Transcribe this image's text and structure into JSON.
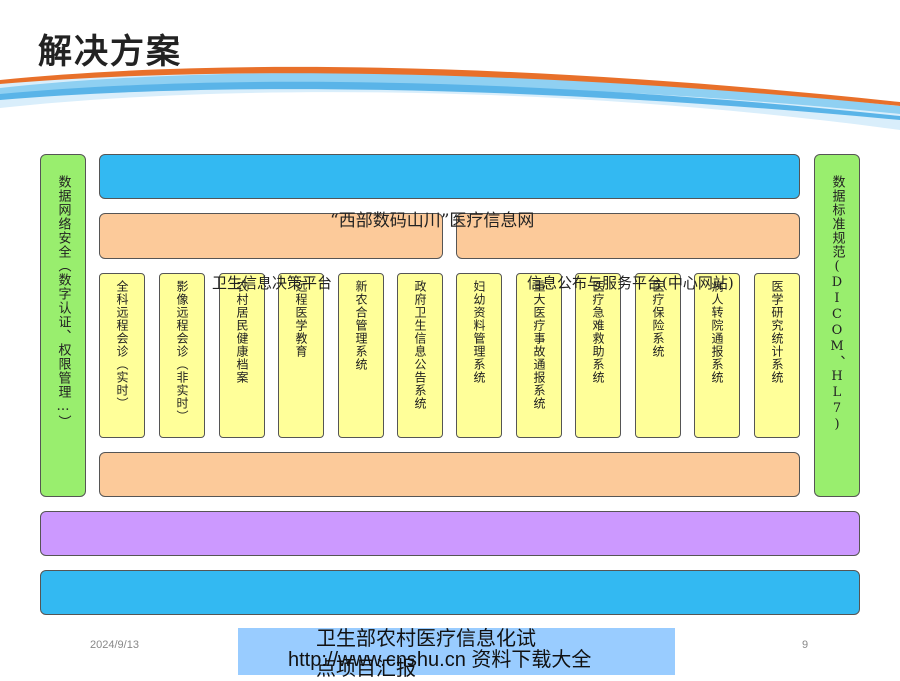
{
  "slide": {
    "title": "解决方案"
  },
  "colors": {
    "green": "#99ee6e",
    "blue": "#33b9f2",
    "orange": "#fcca9a",
    "yellow": "#ffff99",
    "purple": "#cc99ff",
    "caption": "#99ccff",
    "swoosh_orange": "#e8702a",
    "swoosh_blue": "#5ab4e8"
  },
  "side": {
    "left": "数据网络安全（数字认证、权限管理…）",
    "right": "数据标准规范(DICOM、HL7)"
  },
  "overlay": {
    "network": "“西部数码山川”医疗信息网",
    "decision_platform": "卫生信息决策平台",
    "service_platform": "信息公布与服务平台(中心网站)"
  },
  "modules": [
    "全科远程会诊（实时）",
    "影像远程会诊（非实时）",
    "农村居民健康档案",
    "远程医学教育",
    "新农合管理系统",
    "政府卫生信息公告系统",
    "妇幼资料管理系统",
    "重大医疗事故通报系统",
    "医疗急难救助系统",
    "医疗保险系统",
    "病人转院通报系统",
    "医学研究统计系统"
  ],
  "footer": {
    "date": "2024/9/13",
    "page": "9",
    "caption_line1": "卫生部农村医疗信息化试",
    "caption_line2": "http://www.cnshu.cn 资料下载大全",
    "caption_line3": "点项目汇报"
  }
}
